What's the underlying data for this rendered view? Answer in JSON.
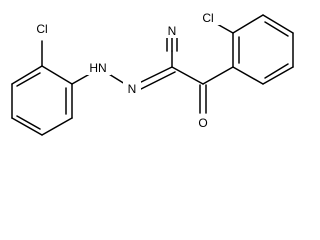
{
  "molecule": {
    "atoms": {
      "nitrile_n": "N",
      "cl_left": "Cl",
      "cl_right": "Cl",
      "hydrazone_nh": "HN",
      "hydrazone_n": "N",
      "carbonyl_o": "O"
    }
  }
}
